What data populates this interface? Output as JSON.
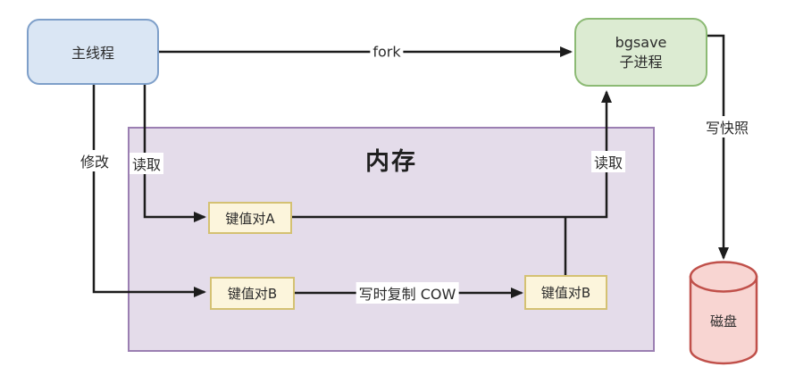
{
  "diagram": {
    "nodes": {
      "main_thread": "主线程",
      "bgsave_line1": "bgsave",
      "bgsave_line2": "子进程",
      "memory_title": "内存",
      "kv_a": "键值对A",
      "kv_b_left": "键值对B",
      "kv_b_right": "键值对B",
      "disk": "磁盘"
    },
    "edge_labels": {
      "fork": "fork",
      "modify": "修改",
      "read_left": "读取",
      "read_right": "读取",
      "cow": "写时复制 COW",
      "write_snapshot": "写快照"
    },
    "colors": {
      "main_thread_fill": "#DAE6F4",
      "main_thread_border": "#7E9FC9",
      "bgsave_fill": "#DCEBD2",
      "bgsave_border": "#8CBA74",
      "memory_fill": "#E4DCEA",
      "memory_border": "#9B7FB2",
      "kv_fill": "#FCF5DC",
      "kv_border": "#D4C172",
      "disk_fill": "#F8D5D2",
      "disk_border": "#C0504A",
      "connector": "#1C1C1C"
    }
  }
}
